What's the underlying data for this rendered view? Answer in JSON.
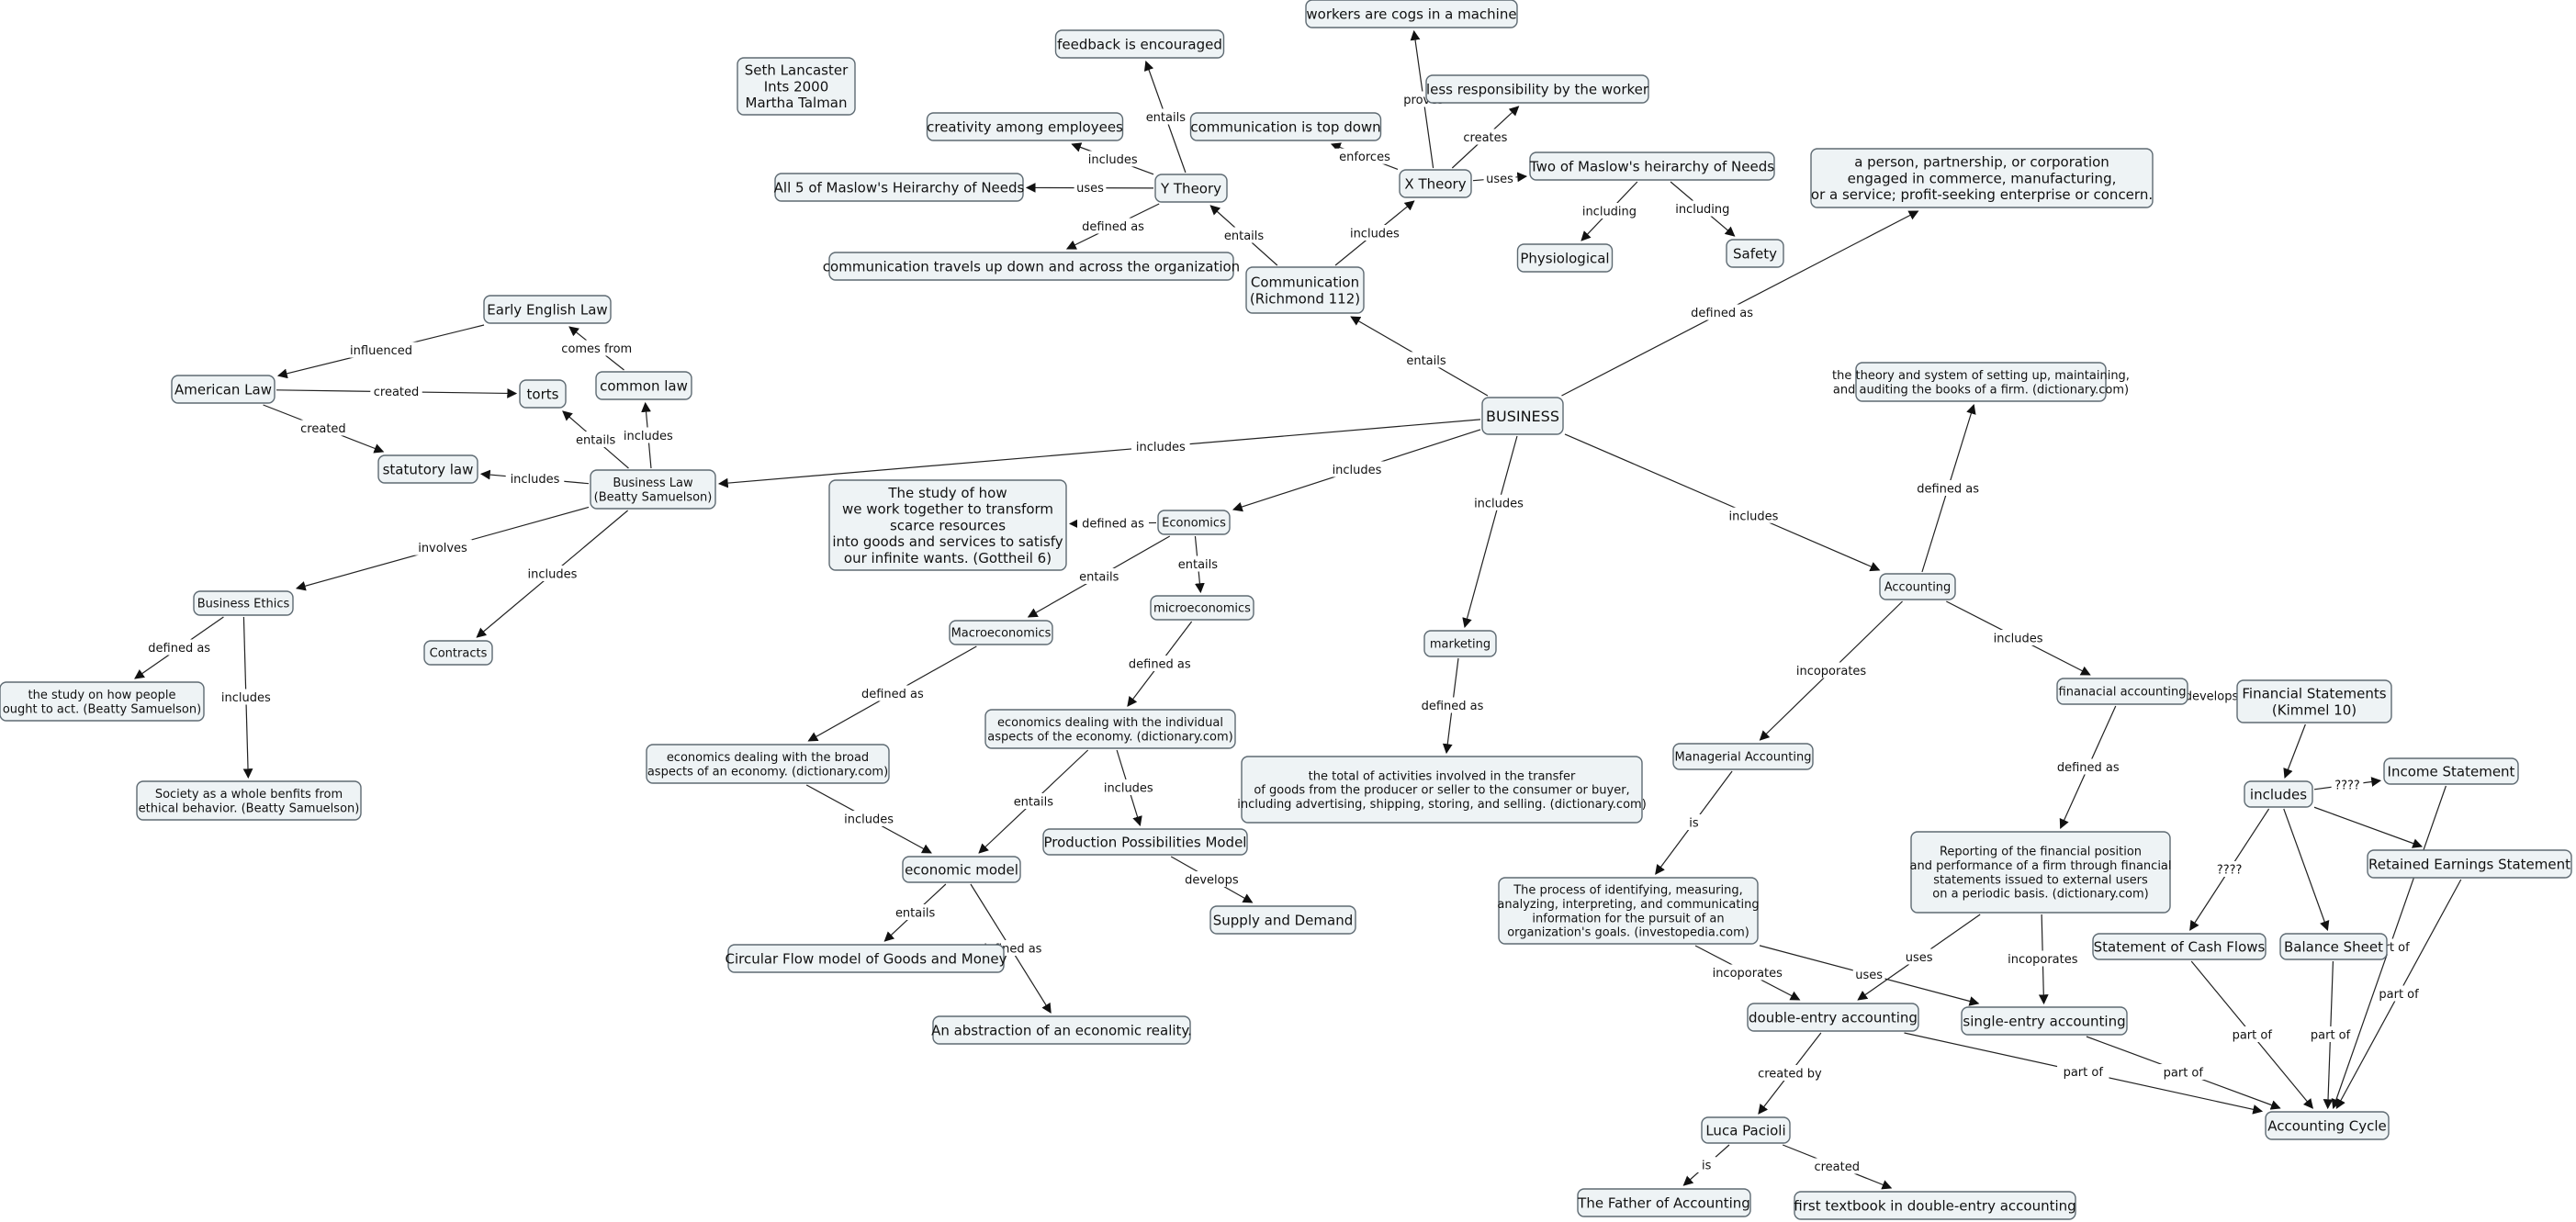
{
  "nodes": [
    {
      "id": "business",
      "lines": [
        "BUSINESS"
      ]
    },
    {
      "id": "authors",
      "lines": [
        "Seth Lancaster",
        "Ints 2000",
        "Martha Talman"
      ]
    },
    {
      "id": "workers_cogs",
      "lines": [
        "workers are cogs in a machine"
      ]
    },
    {
      "id": "feedback",
      "lines": [
        "feedback is encouraged"
      ]
    },
    {
      "id": "less_resp",
      "lines": [
        "less responsibility by the worker"
      ]
    },
    {
      "id": "creativity",
      "lines": [
        "creativity among employees"
      ]
    },
    {
      "id": "comm_top_down",
      "lines": [
        "communication is top down"
      ]
    },
    {
      "id": "all5_maslow",
      "lines": [
        "All 5 of Maslow's Heirarchy of Needs"
      ]
    },
    {
      "id": "y_theory",
      "lines": [
        "Y Theory"
      ]
    },
    {
      "id": "x_theory",
      "lines": [
        "X Theory"
      ]
    },
    {
      "id": "two_maslow",
      "lines": [
        "Two of Maslow's heirarchy of Needs"
      ]
    },
    {
      "id": "firm_def",
      "lines": [
        "a person, partnership, or corporation",
        "engaged in commerce, manufacturing,",
        "or a service; profit-seeking enterprise or concern."
      ]
    },
    {
      "id": "comm_travels",
      "lines": [
        "communication travels up down and across the organization"
      ]
    },
    {
      "id": "physiological",
      "lines": [
        "Physiological"
      ]
    },
    {
      "id": "safety",
      "lines": [
        "Safety"
      ]
    },
    {
      "id": "communication",
      "lines": [
        "Communication",
        "(Richmond 112)"
      ]
    },
    {
      "id": "early_english",
      "lines": [
        "Early English Law"
      ]
    },
    {
      "id": "american_law",
      "lines": [
        "American Law"
      ]
    },
    {
      "id": "torts",
      "lines": [
        "torts"
      ]
    },
    {
      "id": "common_law",
      "lines": [
        "common law"
      ]
    },
    {
      "id": "statutory_law",
      "lines": [
        "statutory law"
      ]
    },
    {
      "id": "business_law",
      "lines": [
        "Business Law",
        "(Beatty Samuelson)"
      ]
    },
    {
      "id": "accounting_def",
      "lines": [
        "the theory and system of setting up, maintaining,",
        "and auditing the books of a firm.  (dictionary.com)"
      ]
    },
    {
      "id": "economics_def",
      "lines": [
        "The study of how",
        "we work together to transform",
        "scarce resources",
        "into goods and services to satisfy",
        "our infinite wants. (Gottheil 6)"
      ]
    },
    {
      "id": "economics",
      "lines": [
        "Economics"
      ]
    },
    {
      "id": "accounting",
      "lines": [
        "Accounting"
      ]
    },
    {
      "id": "business_ethics",
      "lines": [
        "Business Ethics"
      ]
    },
    {
      "id": "microeconomics",
      "lines": [
        "microeconomics"
      ]
    },
    {
      "id": "macroeconomics",
      "lines": [
        "Macroeconomics"
      ]
    },
    {
      "id": "contracts",
      "lines": [
        "Contracts"
      ]
    },
    {
      "id": "marketing",
      "lines": [
        "marketing"
      ]
    },
    {
      "id": "financial_acc",
      "lines": [
        "finanacial accounting"
      ]
    },
    {
      "id": "fin_statements",
      "lines": [
        "Financial Statements",
        "(Kimmel 10)"
      ]
    },
    {
      "id": "ethics_def",
      "lines": [
        "the study on how people",
        "ought to act. (Beatty Samuelson)"
      ]
    },
    {
      "id": "micro_def",
      "lines": [
        "economics dealing with the individual",
        "aspects of the economy. (dictionary.com)"
      ]
    },
    {
      "id": "macro_def",
      "lines": [
        "economics dealing with the broad",
        "aspects of an economy. (dictionary.com)"
      ]
    },
    {
      "id": "managerial_acc",
      "lines": [
        "Managerial Accounting"
      ]
    },
    {
      "id": "income_statement",
      "lines": [
        "Income Statement"
      ]
    },
    {
      "id": "includes_node",
      "lines": [
        "includes"
      ]
    },
    {
      "id": "marketing_def",
      "lines": [
        "the total of activities involved in the transfer",
        "of goods from the producer or seller to the consumer or buyer,",
        "including advertising, shipping, storing, and selling. (dictionary.com)"
      ]
    },
    {
      "id": "society",
      "lines": [
        "Society as a whole benfits from",
        "ethical behavior. (Beatty Samuelson)"
      ]
    },
    {
      "id": "fin_report_def",
      "lines": [
        "Reporting of the financial position",
        "and performance of a firm through financial",
        "statements issued to external users",
        "on a periodic basis. (dictionary.com)"
      ]
    },
    {
      "id": "ppm",
      "lines": [
        "Production Possibilities Model"
      ]
    },
    {
      "id": "retained",
      "lines": [
        "Retained Earnings Statement"
      ]
    },
    {
      "id": "economic_model",
      "lines": [
        "economic model"
      ]
    },
    {
      "id": "managerial_def",
      "lines": [
        "The process of identifying, measuring,",
        "analyzing, interpreting, and communicating",
        "information for the pursuit of an",
        "organization's goals. (investopedia.com)"
      ]
    },
    {
      "id": "supply_demand",
      "lines": [
        "Supply and Demand"
      ]
    },
    {
      "id": "cash_flows",
      "lines": [
        "Statement of Cash Flows"
      ]
    },
    {
      "id": "balance_sheet",
      "lines": [
        "Balance Sheet"
      ]
    },
    {
      "id": "circular_flow",
      "lines": [
        "Circular Flow model of Goods and Money"
      ]
    },
    {
      "id": "double_entry",
      "lines": [
        "double-entry accounting"
      ]
    },
    {
      "id": "single_entry",
      "lines": [
        "single-entry accounting"
      ]
    },
    {
      "id": "abstraction",
      "lines": [
        "An abstraction of an economic reality."
      ]
    },
    {
      "id": "luca",
      "lines": [
        "Luca Pacioli"
      ]
    },
    {
      "id": "accounting_cycle",
      "lines": [
        "Accounting Cycle"
      ]
    },
    {
      "id": "father",
      "lines": [
        "The Father of Accounting"
      ]
    },
    {
      "id": "first_textbook",
      "lines": [
        "first textbook in double-entry accounting"
      ]
    }
  ],
  "edges": [
    {
      "from": "business",
      "to": "communication",
      "label": "entails"
    },
    {
      "from": "business",
      "to": "firm_def",
      "label": "defined as"
    },
    {
      "from": "business",
      "to": "business_law",
      "label": "includes"
    },
    {
      "from": "business",
      "to": "economics",
      "label": "includes"
    },
    {
      "from": "business",
      "to": "marketing",
      "label": "includes"
    },
    {
      "from": "business",
      "to": "accounting",
      "label": "includes"
    },
    {
      "from": "communication",
      "to": "y_theory",
      "label": "entails"
    },
    {
      "from": "communication",
      "to": "x_theory",
      "label": "includes"
    },
    {
      "from": "y_theory",
      "to": "feedback",
      "label": "entails"
    },
    {
      "from": "y_theory",
      "to": "creativity",
      "label": "includes"
    },
    {
      "from": "y_theory",
      "to": "all5_maslow",
      "label": "uses"
    },
    {
      "from": "y_theory",
      "to": "comm_travels",
      "label": "defined as"
    },
    {
      "from": "x_theory",
      "to": "workers_cogs",
      "label": "proves"
    },
    {
      "from": "x_theory",
      "to": "less_resp",
      "label": "creates"
    },
    {
      "from": "x_theory",
      "to": "comm_top_down",
      "label": "enforces"
    },
    {
      "from": "x_theory",
      "to": "two_maslow",
      "label": "uses"
    },
    {
      "from": "two_maslow",
      "to": "physiological",
      "label": "including"
    },
    {
      "from": "two_maslow",
      "to": "safety",
      "label": "including"
    },
    {
      "from": "business_law",
      "to": "common_law",
      "label": "includes"
    },
    {
      "from": "business_law",
      "to": "torts",
      "label": "entails"
    },
    {
      "from": "business_law",
      "to": "statutory_law",
      "label": "includes"
    },
    {
      "from": "business_law",
      "to": "business_ethics",
      "label": "involves"
    },
    {
      "from": "business_law",
      "to": "contracts",
      "label": "includes"
    },
    {
      "from": "common_law",
      "to": "early_english",
      "label": "comes from"
    },
    {
      "from": "early_english",
      "to": "american_law",
      "label": "influenced"
    },
    {
      "from": "american_law",
      "to": "torts",
      "label": "created"
    },
    {
      "from": "american_law",
      "to": "statutory_law",
      "label": "created"
    },
    {
      "from": "business_ethics",
      "to": "ethics_def",
      "label": "defined as"
    },
    {
      "from": "business_ethics",
      "to": "society",
      "label": "includes"
    },
    {
      "from": "economics",
      "to": "economics_def",
      "label": "defined as"
    },
    {
      "from": "economics",
      "to": "macroeconomics",
      "label": "entails"
    },
    {
      "from": "economics",
      "to": "microeconomics",
      "label": "entails"
    },
    {
      "from": "macroeconomics",
      "to": "macro_def",
      "label": "defined as"
    },
    {
      "from": "microeconomics",
      "to": "micro_def",
      "label": "defined as"
    },
    {
      "from": "macro_def",
      "to": "economic_model",
      "label": "includes"
    },
    {
      "from": "micro_def",
      "to": "economic_model",
      "label": "entails"
    },
    {
      "from": "micro_def",
      "to": "ppm",
      "label": "includes"
    },
    {
      "from": "ppm",
      "to": "supply_demand",
      "label": "develops"
    },
    {
      "from": "economic_model",
      "to": "circular_flow",
      "label": "entails"
    },
    {
      "from": "economic_model",
      "to": "abstraction",
      "label": "defined as"
    },
    {
      "from": "marketing",
      "to": "marketing_def",
      "label": "defined as"
    },
    {
      "from": "accounting",
      "to": "accounting_def",
      "label": "defined as"
    },
    {
      "from": "accounting",
      "to": "managerial_acc",
      "label": "incoporates"
    },
    {
      "from": "accounting",
      "to": "financial_acc",
      "label": "includes"
    },
    {
      "from": "financial_acc",
      "to": "fin_statements",
      "label": "develops"
    },
    {
      "from": "financial_acc",
      "to": "fin_report_def",
      "label": "defined as"
    },
    {
      "from": "fin_statements",
      "to": "includes_node",
      "label": ""
    },
    {
      "from": "includes_node",
      "to": "income_statement",
      "label": "????"
    },
    {
      "from": "includes_node",
      "to": "retained",
      "label": ""
    },
    {
      "from": "includes_node",
      "to": "cash_flows",
      "label": "????"
    },
    {
      "from": "includes_node",
      "to": "balance_sheet",
      "label": ""
    },
    {
      "from": "managerial_acc",
      "to": "managerial_def",
      "label": "is"
    },
    {
      "from": "managerial_def",
      "to": "double_entry",
      "label": "incoporates"
    },
    {
      "from": "managerial_def",
      "to": "single_entry",
      "label": "uses"
    },
    {
      "from": "fin_report_def",
      "to": "double_entry",
      "label": "uses"
    },
    {
      "from": "fin_report_def",
      "to": "single_entry",
      "label": "incoporates"
    },
    {
      "from": "double_entry",
      "to": "luca",
      "label": "created by"
    },
    {
      "from": "double_entry",
      "to": "accounting_cycle",
      "label": "part of"
    },
    {
      "from": "single_entry",
      "to": "accounting_cycle",
      "label": "part of"
    },
    {
      "from": "cash_flows",
      "to": "accounting_cycle",
      "label": "part of"
    },
    {
      "from": "balance_sheet",
      "to": "accounting_cycle",
      "label": "part of"
    },
    {
      "from": "retained",
      "to": "accounting_cycle",
      "label": "part of"
    },
    {
      "from": "income_statement",
      "to": "accounting_cycle",
      "label": "part of"
    },
    {
      "from": "luca",
      "to": "father",
      "label": "is"
    },
    {
      "from": "luca",
      "to": "first_textbook",
      "label": "created"
    }
  ]
}
